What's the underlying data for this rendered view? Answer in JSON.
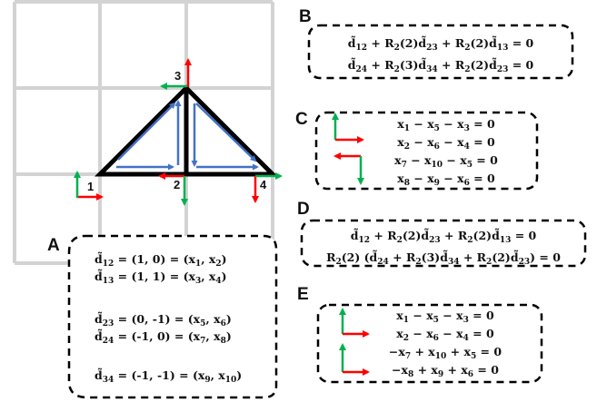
{
  "colors": {
    "grid": "#d3d3d3",
    "truss": "#000000",
    "inner_arrow": "#4472c4",
    "arrow_x": "#ff0000",
    "arrow_y": "#00b050"
  },
  "panel_labels": {
    "a": "A",
    "b": "B",
    "c": "C",
    "d": "D",
    "e": "E"
  },
  "nodes": {
    "n1": "1",
    "n2": "2",
    "n3": "3",
    "n4": "4"
  },
  "panel_a": {
    "lines": [
      {
        "v": "d",
        "sub": "12",
        "val": " = (1, 0) = (",
        "x1": "x",
        "s1": "1",
        "x2": "x",
        "s2": "2"
      },
      {
        "v": "d",
        "sub": "13",
        "val": " = (1, 1) = (",
        "x1": "x",
        "s1": "3",
        "x2": "x",
        "s2": "4"
      },
      {
        "v": "d",
        "sub": "23",
        "val": " = (0, -1) = (",
        "x1": "x",
        "s1": "5",
        "x2": "x",
        "s2": "6"
      },
      {
        "v": "d",
        "sub": "24",
        "val": " = (-1, 0) = (",
        "x1": "x",
        "s1": "7",
        "x2": "x",
        "s2": "8"
      },
      {
        "v": "d",
        "sub": "34",
        "val": " = (-1, -1) = (",
        "x1": "x",
        "s1": "9",
        "x2": "x",
        "s2": "10"
      }
    ]
  },
  "panel_b": {
    "line1": {
      "t1": "d",
      "s1": "12",
      "t2": " + R",
      "s2": "2",
      "t3": "(2)",
      "t4": "d",
      "s4": "23",
      "t5": " + R",
      "s5": "2",
      "t6": "(2)",
      "t7": "d",
      "s7": "13",
      "t8": " = 0"
    },
    "line2": {
      "t1": "d",
      "s1": "24",
      "t2": " + R",
      "s2": "2",
      "t3": "(3)",
      "t4": "d",
      "s4": "34",
      "t5": " + R",
      "s5": "2",
      "t6": "(2)",
      "t7": "d",
      "s7": "23",
      "t8": " = 0"
    }
  },
  "panel_c": {
    "eq1": {
      "a": "x",
      "sa": "1",
      "b": " − x",
      "sb": "5",
      "c": " − x",
      "sc": "3",
      "d": " = 0"
    },
    "eq2": {
      "a": "x",
      "sa": "2",
      "b": " − x",
      "sb": "6",
      "c": " − x",
      "sc": "4",
      "d": " = 0"
    },
    "eq3": {
      "a": "x",
      "sa": "7",
      "b": " − x",
      "sb": "10",
      "c": " − x",
      "sc": "5",
      "d": " = 0"
    },
    "eq4": {
      "a": "x",
      "sa": "8",
      "b": " − x",
      "sb": "9",
      "c": " − x",
      "sc": "6",
      "d": " = 0"
    }
  },
  "panel_d": {
    "line1": {
      "t1": "d",
      "s1": "12",
      "t2": " + R",
      "s2": "2",
      "t3": "(2)",
      "t4": "d",
      "s4": "23",
      "t5": " + R",
      "s5": "2",
      "t6": "(2)",
      "t7": "d",
      "s7": "13",
      "t8": " = 0"
    },
    "line2": {
      "p1": "R",
      "ps1": "2",
      "p2": "(2) (",
      "t1": "d",
      "s1": "24",
      "t2": " + R",
      "s2": "2",
      "t3": "(3)",
      "t4": "d",
      "s4": "34",
      "t5": " + R",
      "s5": "2",
      "t6": "(2)",
      "t7": "d",
      "s7": "23",
      "t8": ") = 0"
    }
  },
  "panel_e": {
    "eq1": {
      "a": "x",
      "sa": "1",
      "b": " − x",
      "sb": "5",
      "c": " − x",
      "sc": "3",
      "d": " = 0"
    },
    "eq2": {
      "a": "x",
      "sa": "2",
      "b": " − x",
      "sb": "6",
      "c": " − x",
      "sc": "4",
      "d": " = 0"
    },
    "eq3": {
      "a": "−x",
      "sa": "7",
      "b": " + x",
      "sb": "10",
      "c": " + x",
      "sc": "5",
      "d": " = 0"
    },
    "eq4": {
      "a": "−x",
      "sa": "8",
      "b": " + x",
      "sb": "9",
      "c": " + x",
      "sc": "6",
      "d": " = 0"
    }
  }
}
